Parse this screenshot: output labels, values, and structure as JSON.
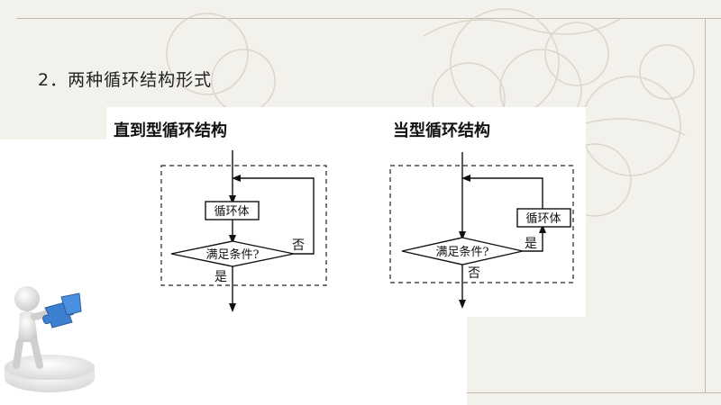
{
  "heading": "2．两种循环结构形式",
  "left_chart": {
    "title": "直到型循环结构",
    "process_box": "循环体",
    "condition": "满足条件?",
    "yes_label": "是",
    "no_label": "否"
  },
  "right_chart": {
    "title": "当型循环结构",
    "process_box": "循环体",
    "condition": "满足条件?",
    "yes_label": "是",
    "no_label": "否"
  },
  "colors": {
    "background": "#f3f1ec",
    "frame": "#c9b8a8",
    "puzzle_piece": "#3d7fd0"
  },
  "icons": [
    "flower-watermark-icon",
    "person-with-puzzle-icon"
  ]
}
